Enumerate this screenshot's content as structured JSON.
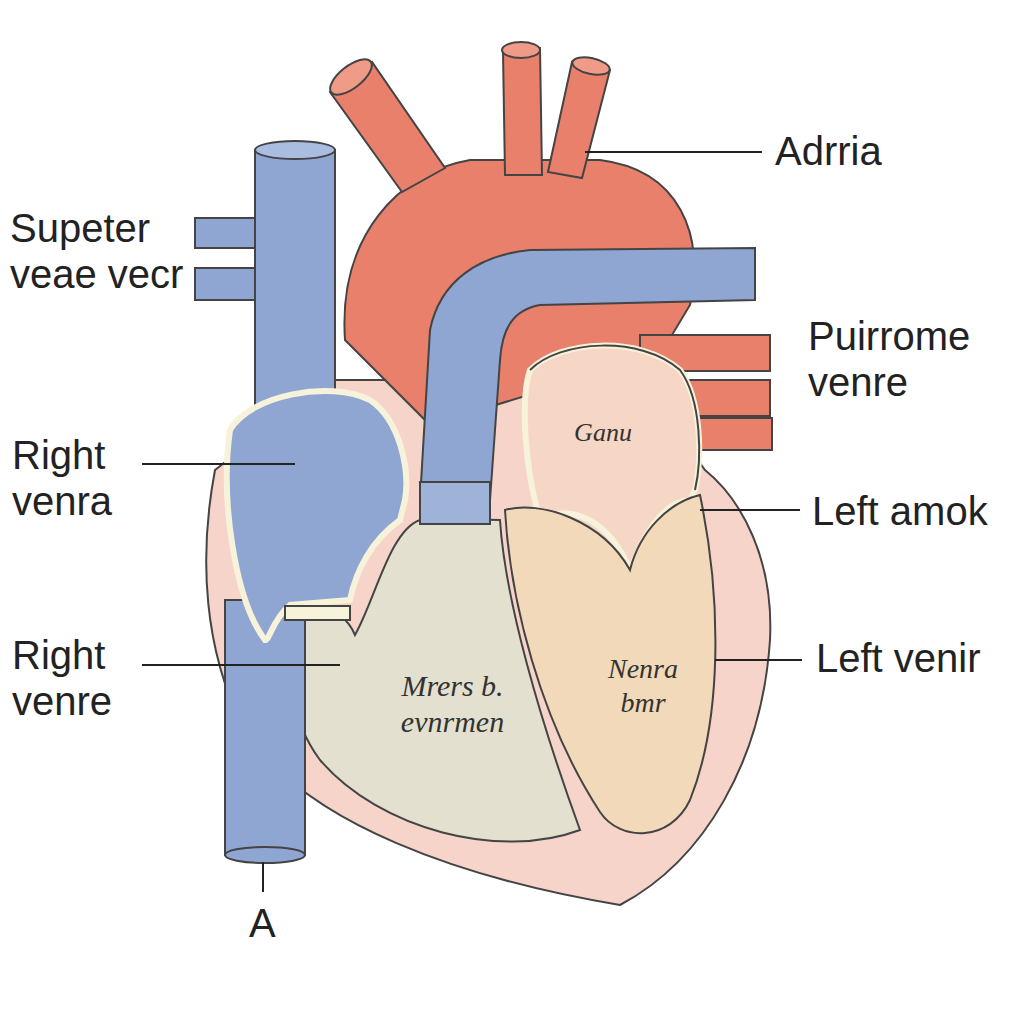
{
  "diagram": {
    "labels": [
      "Adrria",
      "Supeter veae vecr",
      "Puirrome venre",
      "Right venra",
      "Ganu",
      "Left amok",
      "Right venre",
      "Mrers b. evnrmen",
      "Left venir",
      "Nenra bmr",
      "A"
    ]
  }
}
